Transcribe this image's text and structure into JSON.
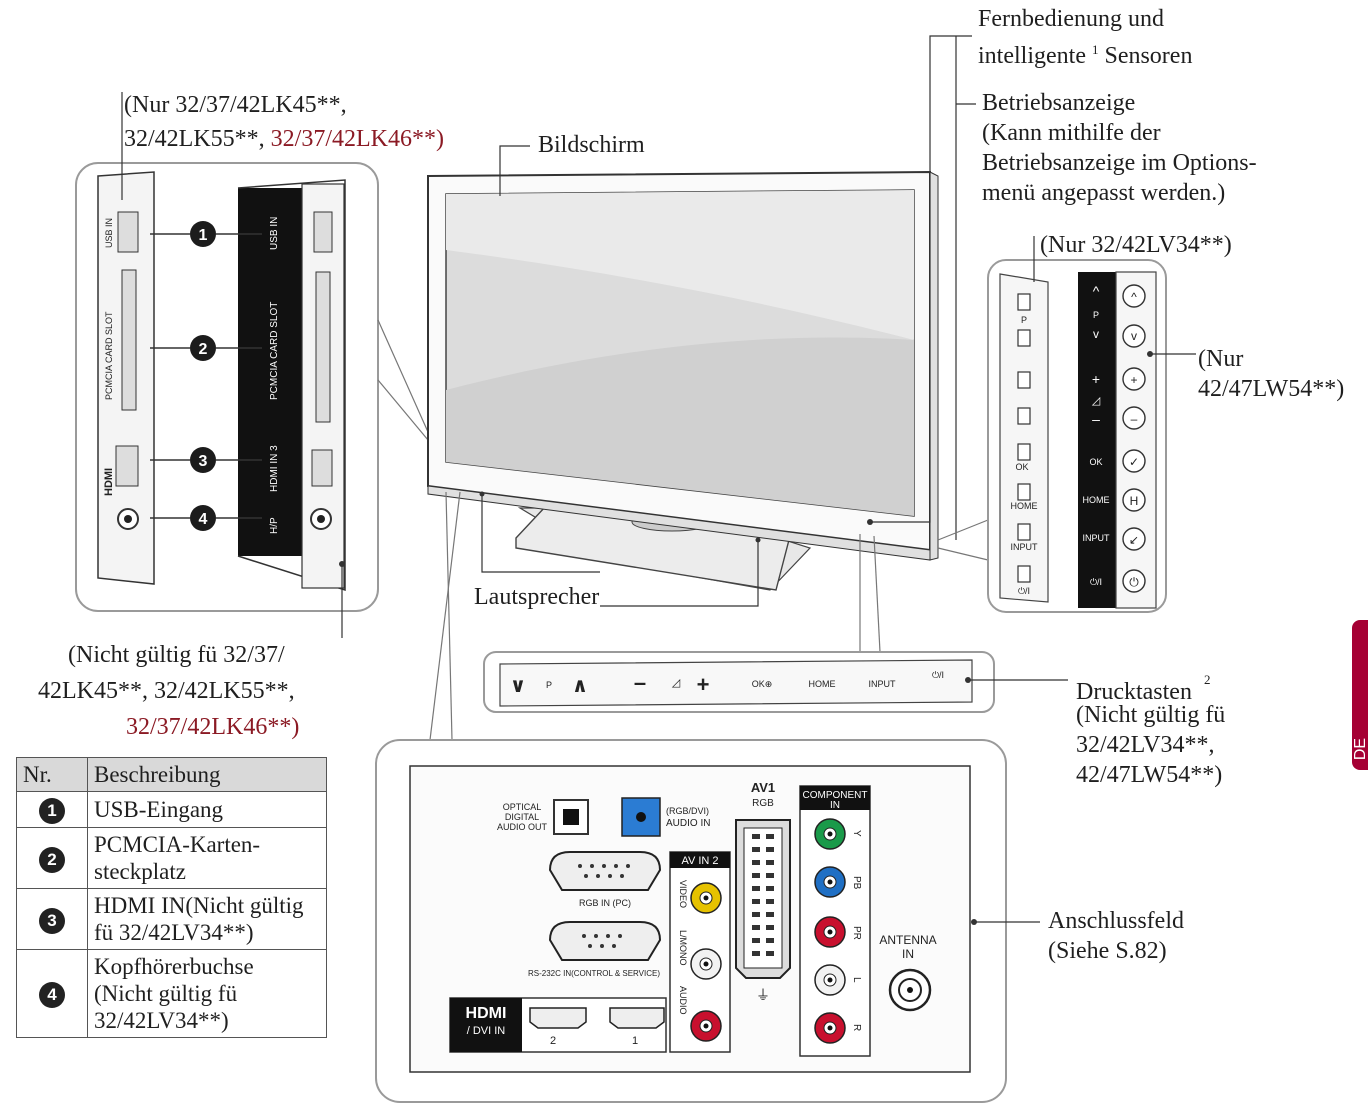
{
  "labels": {
    "remote_sensor_1": "Fernbedienung und",
    "remote_sensor_2": "intelligente",
    "remote_sensor_sup": "1",
    "remote_sensor_3": "Sensoren",
    "power_indicator_1": "Betriebsanzeige",
    "power_indicator_2": "(Kann mithilfe der",
    "power_indicator_3": "Betriebsanzeige im Options-",
    "power_indicator_4": "menü angepasst werden.)",
    "only_lk_1": "(Nur 32/37/42LK45**,",
    "only_lk_2a": "32/42LK55**, ",
    "only_lk_2b": "32/37/42LK46**)",
    "screen": "Bildschirm",
    "only_lv34": "(Nur 32/42LV34**)",
    "only_lw54_1": "(Nur",
    "only_lw54_2": "42/47LW54**)",
    "speaker": "Lautsprecher",
    "not_valid_lk_1": "(Nicht gültig fü 32/37/",
    "not_valid_lk_2": "42LK45**, 32/42LK55**,",
    "not_valid_lk_3": "32/37/42LK46**)",
    "push_buttons_1": "Drucktasten",
    "push_buttons_sup": "2",
    "push_buttons_2": "(Nicht gültig fü",
    "push_buttons_3": "32/42LV34**,",
    "push_buttons_4": "42/47LW54**)",
    "conn_panel_1": "Anschlussfeld",
    "conn_panel_2": "(Siehe S.82)"
  },
  "callouts": [
    "1",
    "2",
    "3",
    "4"
  ],
  "side_jacks": {
    "usb": "USB IN",
    "pcmcia": "PCMCIA CARD SLOT",
    "hdmi3": "HDMI IN 3",
    "hdmi_logo": "HDMI",
    "hp": "H/P"
  },
  "side_keys_left": [
    "P",
    "OK",
    "HOME",
    "INPUT",
    "⏻/I"
  ],
  "side_keys_right": [
    "P",
    "OK",
    "HOME",
    "INPUT",
    "⏻/I"
  ],
  "front_keys": [
    "P",
    "OK⊕",
    "HOME",
    "INPUT",
    "⏻/I"
  ],
  "rear_panel": {
    "optical": [
      "OPTICAL",
      "DIGITAL",
      "AUDIO OUT"
    ],
    "rgb_audio": [
      "(RGB/DVI)",
      "AUDIO IN"
    ],
    "av1": [
      "AV1",
      "RGB"
    ],
    "component": [
      "COMPONENT",
      "IN"
    ],
    "component_jacks": [
      "Y",
      "PB",
      "PR",
      "L",
      "R"
    ],
    "av_in2": "AV IN 2",
    "video": "VIDEO",
    "audio": "AUDIO",
    "mono": "L/MONO",
    "rgb_pc": "RGB IN (PC)",
    "rs232": "RS-232C IN(CONTROL & SERVICE)",
    "hdmi_logo": "HDMI",
    "dvi": "/ DVI IN",
    "hdmi_ports": [
      "2",
      "1"
    ],
    "antenna": [
      "ANTENNA",
      "IN"
    ]
  },
  "legend": {
    "header_nr": "Nr.",
    "header_desc": "Beschreibung",
    "rows": [
      {
        "nr": "1",
        "lines": [
          "USB-Eingang"
        ]
      },
      {
        "nr": "2",
        "lines": [
          "PCMCIA-Karten-",
          "steckplatz"
        ]
      },
      {
        "nr": "3",
        "lines": [
          "HDMI IN(Nicht gültig",
          "fü 32/42LV34**)"
        ]
      },
      {
        "nr": "4",
        "lines": [
          "Kopfhörerbuchse",
          "(Nicht gültig fü",
          "32/42LV34**)"
        ]
      }
    ]
  },
  "side_tab": "DE",
  "colors": {
    "accent": "#a50034",
    "callout_red": "#8b1a24",
    "jack_yellow": "#e6c200",
    "jack_green": "#1a9a4a",
    "jack_blue": "#1f6fc4",
    "jack_red": "#c8102e",
    "optical_blue": "#2b7cd3"
  }
}
